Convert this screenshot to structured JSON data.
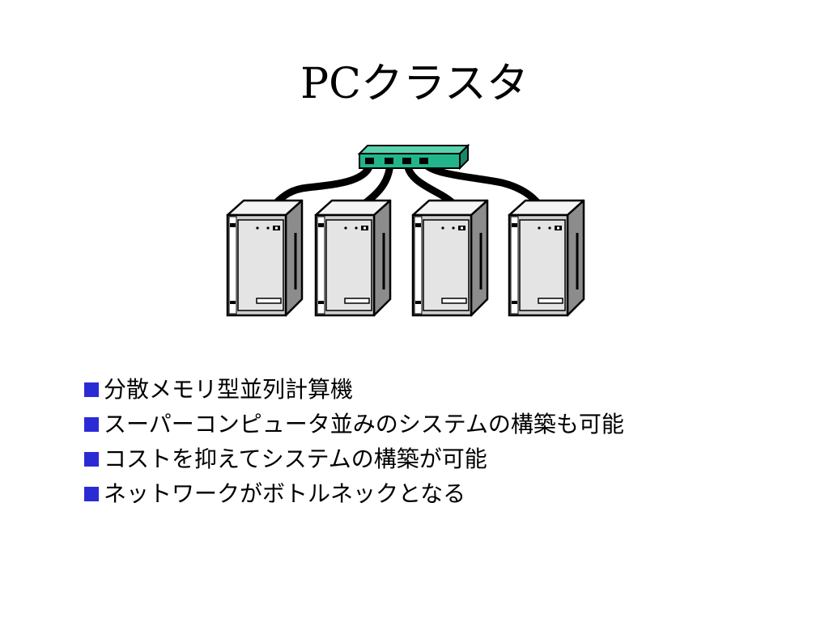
{
  "slide": {
    "title": "PCクラスタ",
    "bullet_color": "#2b2bd6",
    "bullets": [
      "分散メモリ型並列計算機",
      "スーパーコンピュータ並みのシステムの構築も可能",
      "コストを抑えてシステムの構築が可能",
      "ネットワークがボトルネックとなる"
    ]
  },
  "illustration": {
    "hub_color": "#22b58c",
    "server_count": 4
  }
}
